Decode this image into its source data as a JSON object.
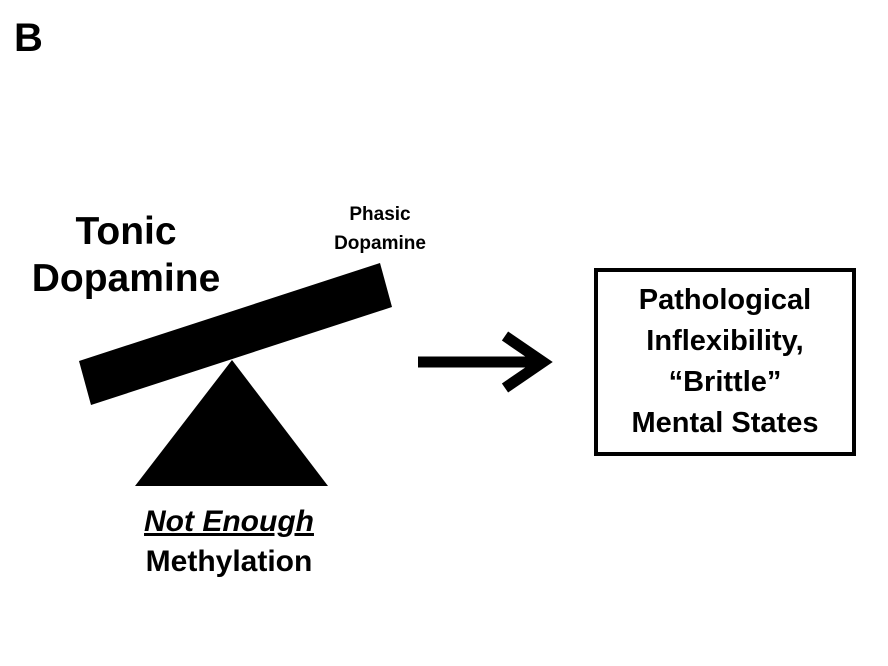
{
  "panel_label": "B",
  "seesaw": {
    "tonic_line1": "Tonic",
    "tonic_line2": "Dopamine",
    "phasic_line1": "Phasic",
    "phasic_line2": "Dopamine"
  },
  "fulcrum": {
    "emphasis": "Not Enough",
    "label": "Methylation"
  },
  "outcome": {
    "lines": [
      "Pathological",
      "Inflexibility,",
      "“Brittle”",
      "Mental States"
    ]
  },
  "colors": {
    "ink": "#000000",
    "background": "#ffffff"
  },
  "icons": {
    "arrow": "right-arrow-icon",
    "fulcrum": "triangle-fulcrum-icon",
    "beam": "seesaw-beam"
  }
}
